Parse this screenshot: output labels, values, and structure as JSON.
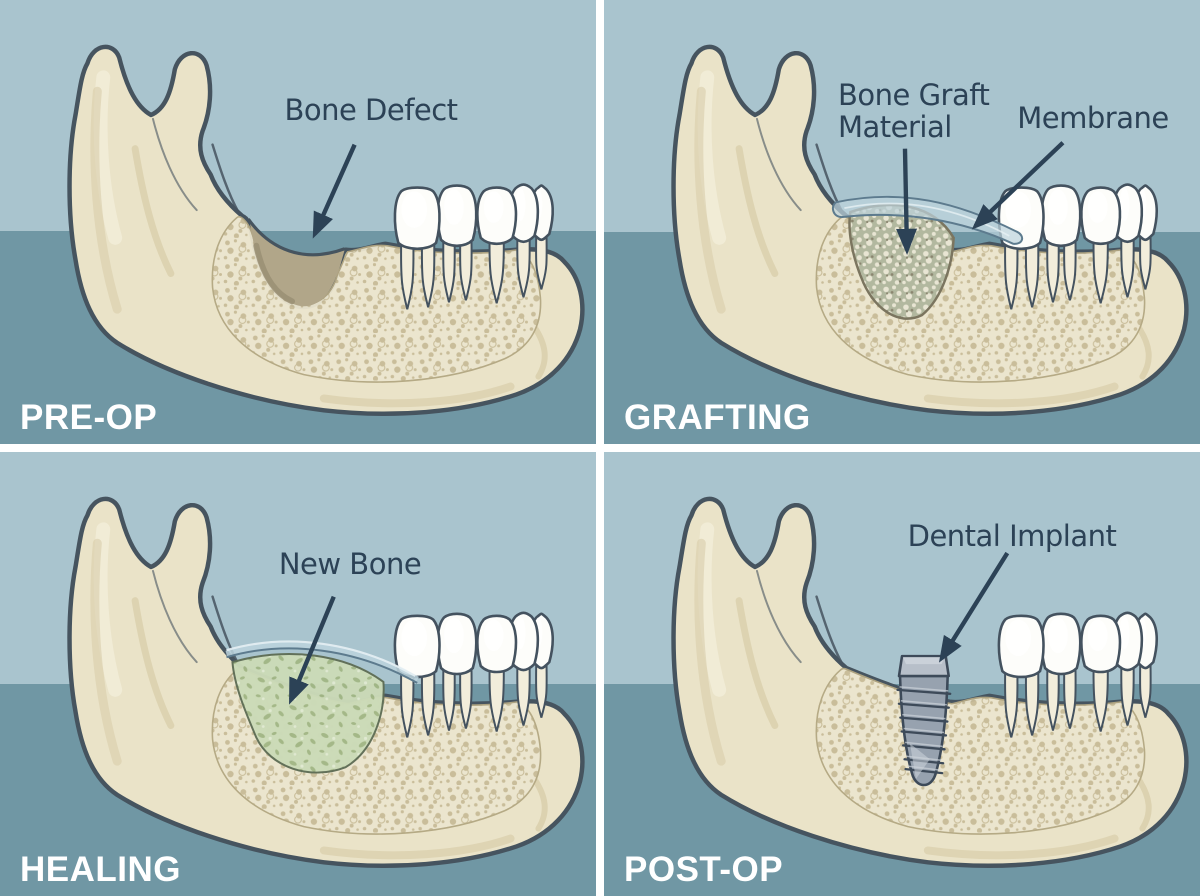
{
  "panels": [
    {
      "stage_label": "PRE-OP",
      "variant": "defect",
      "annotations": [
        {
          "label": "Bone Defect"
        }
      ]
    },
    {
      "stage_label": "GRAFTING",
      "variant": "graft",
      "annotations": [
        {
          "label": "Bone Graft Material"
        },
        {
          "label": "Membrane"
        }
      ]
    },
    {
      "stage_label": "HEALING",
      "variant": "newbone",
      "annotations": [
        {
          "label": "New Bone"
        }
      ]
    },
    {
      "stage_label": "POST-OP",
      "variant": "implant",
      "annotations": [
        {
          "label": "Dental Implant"
        }
      ]
    }
  ],
  "colors": {
    "background_upper": "#a9c4ce",
    "background_lower": "#7097a4",
    "divider": "#ffffff",
    "outline": "#46545f",
    "bone": "#eae3c8",
    "bone_highlight": "#f3edda",
    "bone_shadow": "#d8cdaa",
    "spongy_base": "#ece6cf",
    "spongy_dot": "#c8bc98",
    "spongy_edge": "#b3a782",
    "defect_fill": "#b1a689",
    "defect_shadow": "#9a8f74",
    "graft_base": "#b2b89f",
    "graft_dot_light": "#e8e5d3",
    "graft_dot_dark": "#8b8670",
    "graft_edge": "#7b755f",
    "membrane_fill": "#bcd3dd",
    "membrane_stroke": "#5d7b8e",
    "membrane_highlight": "#e6f0f4",
    "new_bone": "#ccdbb8",
    "new_bone_mark": "#a2b786",
    "new_bone_light": "#e0ead2",
    "new_bone_edge": "#5f6e56",
    "implant": "#97a2af",
    "implant_light": "#ccd3da",
    "implant_dark": "#3d4a59",
    "tooth": "#fdfdfa",
    "tooth_outline": "#44525f",
    "root_fill": "#f2eddb",
    "annotation_text": "#2c4256",
    "stage_text": "#ffffff"
  }
}
